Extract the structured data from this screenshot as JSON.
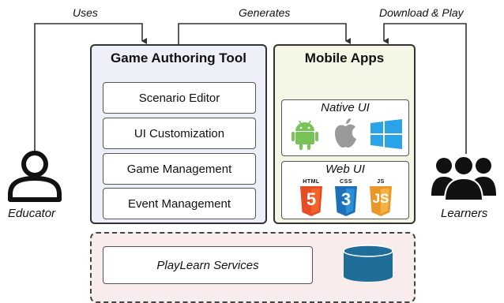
{
  "flows": {
    "uses": "Uses",
    "generates": "Generates",
    "download_play": "Download & Play"
  },
  "authoring": {
    "title": "Game Authoring Tool",
    "items": [
      "Scenario Editor",
      "UI Customization",
      "Game Management",
      "Event Management"
    ]
  },
  "mobile": {
    "title": "Mobile Apps",
    "native": {
      "title": "Native UI",
      "icons": [
        "android-icon",
        "apple-icon",
        "windows-icon"
      ]
    },
    "web": {
      "title": "Web UI",
      "icons": [
        "html5-icon",
        "css3-icon",
        "javascript-icon"
      ],
      "badges": {
        "html": "HTML",
        "css": "CSS",
        "js": "JS"
      },
      "numbers": {
        "html": "5",
        "css": "3",
        "js": "JS"
      }
    }
  },
  "actors": {
    "educator": "Educator",
    "learners": "Learners"
  },
  "services": {
    "label": "PlayLearn Services",
    "icon": "database-icon"
  },
  "colors": {
    "authoring_bg": "#eef0f9",
    "mobile_bg": "#f6f6e6",
    "services_bg": "#f8ecec",
    "html5": "#e44d26",
    "css3": "#1d6fb8",
    "js": "#f0a52a",
    "android": "#78c257",
    "apple": "#9a9a9a",
    "windows": "#2aa3e8",
    "database": "#1f6e99"
  }
}
